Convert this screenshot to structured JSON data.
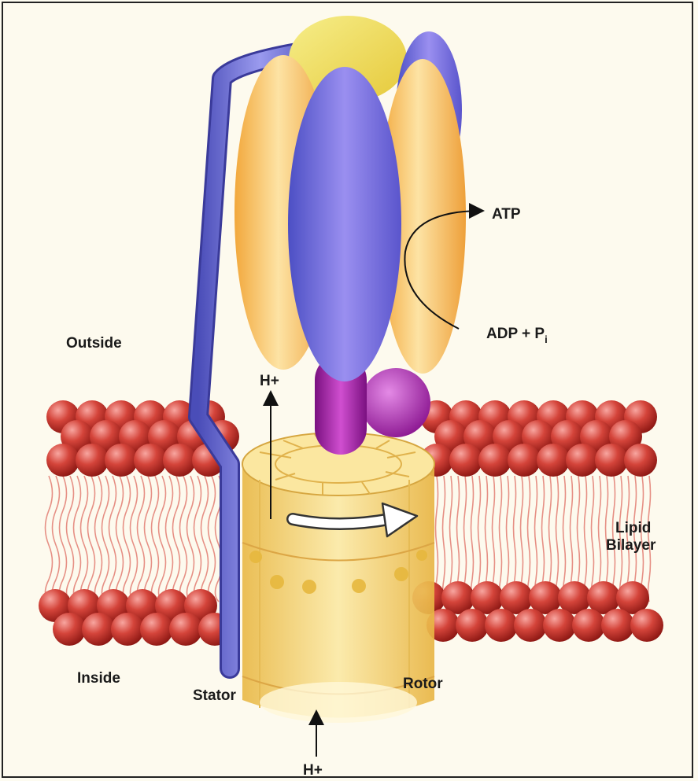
{
  "diagram": {
    "labels": {
      "outside": "Outside",
      "inside": "Inside",
      "atp": "ATP",
      "adp": "ADP + P",
      "adp_sub": "i",
      "h_plus_top": "H+",
      "h_plus_bottom": "H+",
      "lipid_line1": "Lipid",
      "lipid_line2": "Bilayer",
      "stator": "Stator",
      "rotor": "Rotor"
    },
    "colors": {
      "background": "#fdfaee",
      "lipid_head": "#c8332a",
      "lipid_tail": "#e07a70",
      "alpha_subunit": "#f3b24a",
      "beta_subunit": "#6f6ad8",
      "delta_cap": "#f2e55a",
      "stalk": "#a01b9c",
      "rotor": "#f3d36b",
      "stator": "#6c6fd6"
    }
  }
}
